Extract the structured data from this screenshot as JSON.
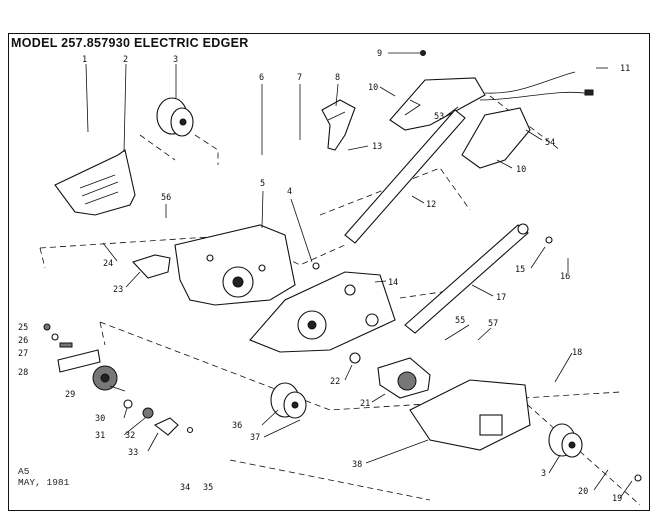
{
  "header": {
    "title": "MODEL 257.857930 ELECTRIC EDGER"
  },
  "footer": {
    "code": "A5",
    "date": "MAY, 1981"
  },
  "callouts": [
    {
      "id": "c1",
      "text": "1"
    },
    {
      "id": "c2",
      "text": "2"
    },
    {
      "id": "c3a",
      "text": "3"
    },
    {
      "id": "c6",
      "text": "6"
    },
    {
      "id": "c7",
      "text": "7"
    },
    {
      "id": "c8",
      "text": "8"
    },
    {
      "id": "c9",
      "text": "9"
    },
    {
      "id": "c10a",
      "text": "10"
    },
    {
      "id": "c11",
      "text": "11"
    },
    {
      "id": "c53",
      "text": "53"
    },
    {
      "id": "c54",
      "text": "54"
    },
    {
      "id": "c10b",
      "text": "10"
    },
    {
      "id": "c13",
      "text": "13"
    },
    {
      "id": "c5",
      "text": "5"
    },
    {
      "id": "c4",
      "text": "4"
    },
    {
      "id": "c12",
      "text": "12"
    },
    {
      "id": "c56",
      "text": "56"
    },
    {
      "id": "c24",
      "text": "24"
    },
    {
      "id": "c23",
      "text": "23"
    },
    {
      "id": "c14",
      "text": "14"
    },
    {
      "id": "c15",
      "text": "15"
    },
    {
      "id": "c16",
      "text": "16"
    },
    {
      "id": "c17",
      "text": "17"
    },
    {
      "id": "c25",
      "text": "25"
    },
    {
      "id": "c26",
      "text": "26"
    },
    {
      "id": "c27",
      "text": "27"
    },
    {
      "id": "c28",
      "text": "28"
    },
    {
      "id": "c55",
      "text": "55"
    },
    {
      "id": "c57",
      "text": "57"
    },
    {
      "id": "c18",
      "text": "18"
    },
    {
      "id": "c22",
      "text": "22"
    },
    {
      "id": "c29",
      "text": "29"
    },
    {
      "id": "c21",
      "text": "21"
    },
    {
      "id": "c30",
      "text": "30"
    },
    {
      "id": "c31",
      "text": "31"
    },
    {
      "id": "c32",
      "text": "32"
    },
    {
      "id": "c36",
      "text": "36"
    },
    {
      "id": "c37",
      "text": "37"
    },
    {
      "id": "c33",
      "text": "33"
    },
    {
      "id": "c38",
      "text": "38"
    },
    {
      "id": "c3b",
      "text": "3"
    },
    {
      "id": "c34",
      "text": "34"
    },
    {
      "id": "c35",
      "text": "35"
    },
    {
      "id": "c20",
      "text": "20"
    },
    {
      "id": "c19",
      "text": "19"
    }
  ]
}
